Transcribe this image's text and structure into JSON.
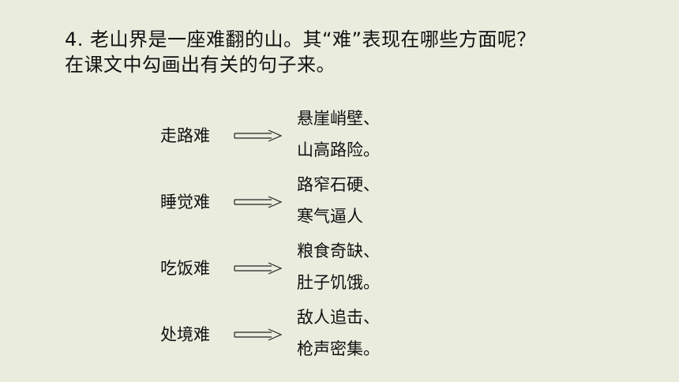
{
  "question": {
    "line1": "4. 老山界是一座难翻的山。其“难”表现在哪些方面呢？",
    "line2": "在课文中勾画出有关的句子来。"
  },
  "items": [
    {
      "label": "走路难",
      "detail1": "悬崖峭壁、",
      "detail2": "山高路险。"
    },
    {
      "label": "睡觉难",
      "detail1": "路窄石硬、",
      "detail2": "寒气逼人"
    },
    {
      "label": "吃饭难",
      "detail1": "粮食奇缺、",
      "detail2": "肚子饥饿。"
    },
    {
      "label": "处境难",
      "detail1": "敌人追击、",
      "detail2": "枪声密集。"
    }
  ]
}
